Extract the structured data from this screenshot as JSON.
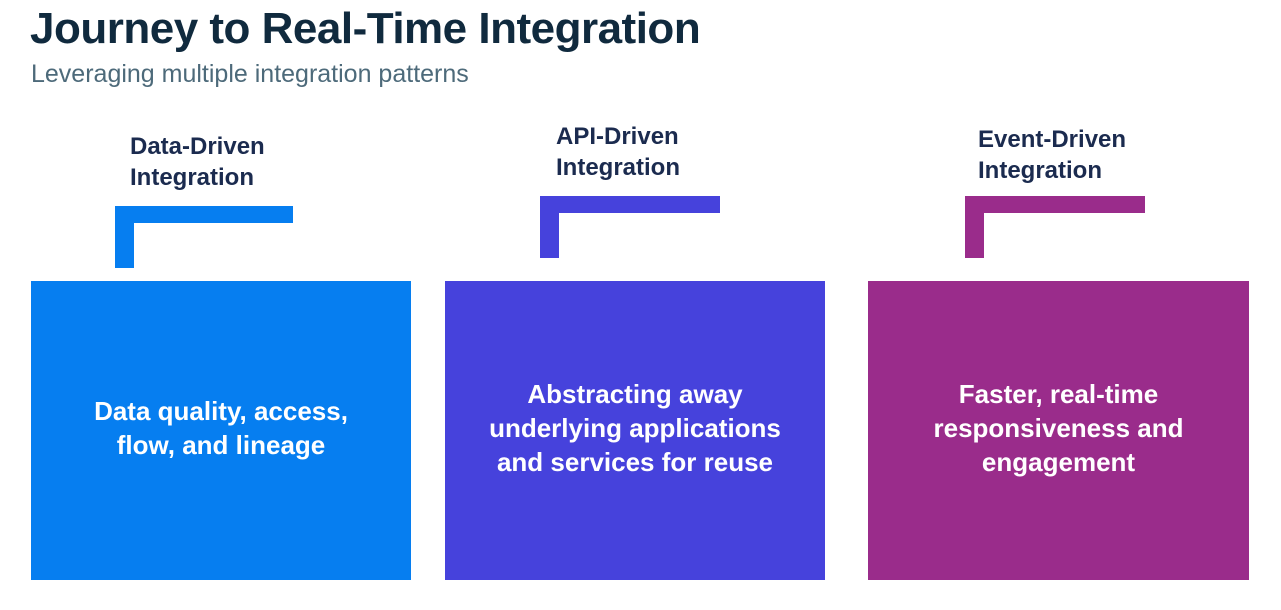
{
  "header": {
    "title": "Journey to Real-Time Integration",
    "subtitle": "Leveraging multiple integration patterns"
  },
  "columns": [
    {
      "heading_lines": [
        "Data-Driven",
        "Integration"
      ],
      "body_lines": [
        "Data quality, access,",
        "flow, and lineage"
      ],
      "accent_color": "#067EF0"
    },
    {
      "heading_lines": [
        "API-Driven",
        "Integration"
      ],
      "body_lines": [
        "Abstracting away",
        "underlying applications",
        "and services for reuse"
      ],
      "accent_color": "#4642DC"
    },
    {
      "heading_lines": [
        "Event-Driven",
        "Integration"
      ],
      "body_lines": [
        "Faster, real-time",
        "responsiveness and",
        "engagement"
      ],
      "accent_color": "#9A2C8B"
    }
  ],
  "text_colors": {
    "title": "#102A3E",
    "subtitle": "#4D6A7A",
    "column_heading": "#1B2B4F",
    "box_text": "#FFFFFF"
  }
}
